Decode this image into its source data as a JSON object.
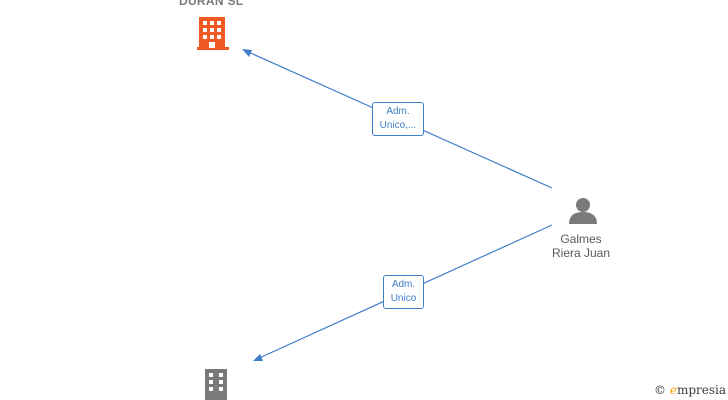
{
  "nodes": {
    "company_top": {
      "label": "DURAN SL",
      "icon": "building-icon",
      "color": "#f05a24"
    },
    "company_bottom": {
      "label": "",
      "icon": "building-icon",
      "color": "#7a7a7a"
    },
    "person": {
      "label_line1": "Galmes",
      "label_line2": "Riera Juan",
      "icon": "person-icon",
      "color": "#7a7a7a"
    }
  },
  "edges": [
    {
      "from": "person",
      "to": "company_top",
      "label_line1": "Adm.",
      "label_line2": "Unico,..."
    },
    {
      "from": "person",
      "to": "company_bottom",
      "label_line1": "Adm.",
      "label_line2": "Unico"
    }
  ],
  "colors": {
    "edge": "#3f7fc8"
  },
  "watermark": {
    "symbol": "©",
    "brand_initial": "e",
    "brand_rest": "mpresia"
  }
}
